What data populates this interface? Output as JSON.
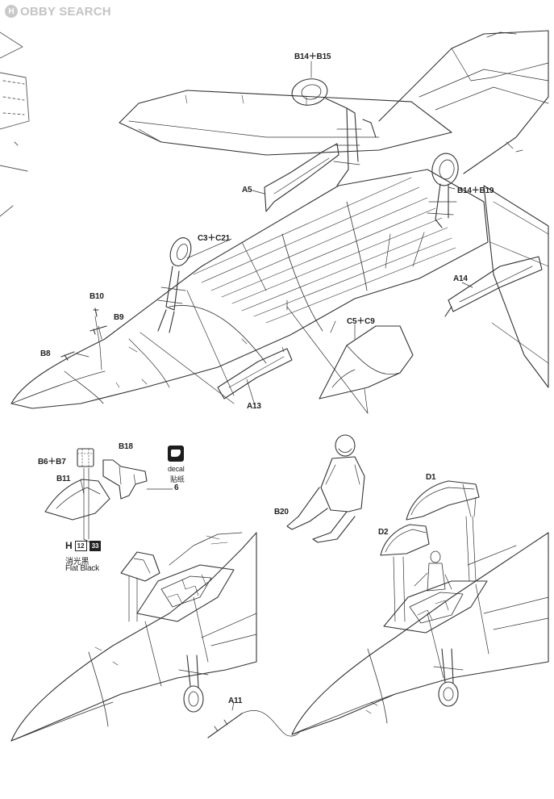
{
  "brand": {
    "logo_letter": "H",
    "name": "OBBY SEARCH"
  },
  "top_assembly": {
    "parts": {
      "b14_b15": "B14＋B15",
      "b14_b19": "B14＋B19",
      "a5": "A5",
      "c3_c21": "C3＋C21",
      "b10": "B10",
      "b9": "B9",
      "b8": "B8",
      "a14": "A14",
      "c5_c9": "C5＋C9",
      "a13": "A13"
    }
  },
  "cockpit_left": {
    "parts": {
      "b6_b7": "B6＋B7",
      "b18": "B18",
      "b11": "B11",
      "decal_num": "6"
    },
    "decal_label_en": "decal",
    "decal_label_zh": "贴纸",
    "paint": {
      "letter": "H",
      "code_a": "12",
      "code_b": "33",
      "name_zh": "消光黑",
      "name_en": "Flat Black"
    }
  },
  "cockpit_right": {
    "parts": {
      "b20": "B20",
      "d1": "D1",
      "d2": "D2",
      "a11": "A11"
    }
  }
}
